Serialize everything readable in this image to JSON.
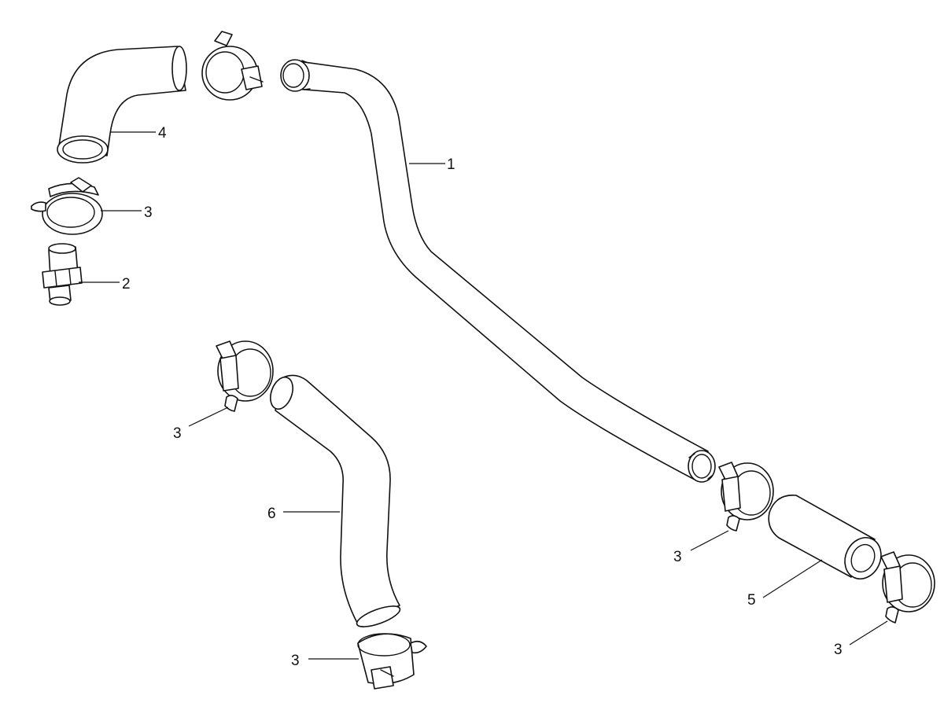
{
  "callouts": {
    "hose_main": "1",
    "fitting": "2",
    "clamp_upper_left": "3",
    "clamp_lower_hose_top": "3",
    "clamp_lower_hose_bottom": "3",
    "clamp_mid_right": "3",
    "clamp_far_right": "3",
    "elbow_hose": "4",
    "straight_hose": "5",
    "bent_hose_lower": "6"
  },
  "colors": {
    "line": "#111111",
    "background": "#ffffff"
  }
}
